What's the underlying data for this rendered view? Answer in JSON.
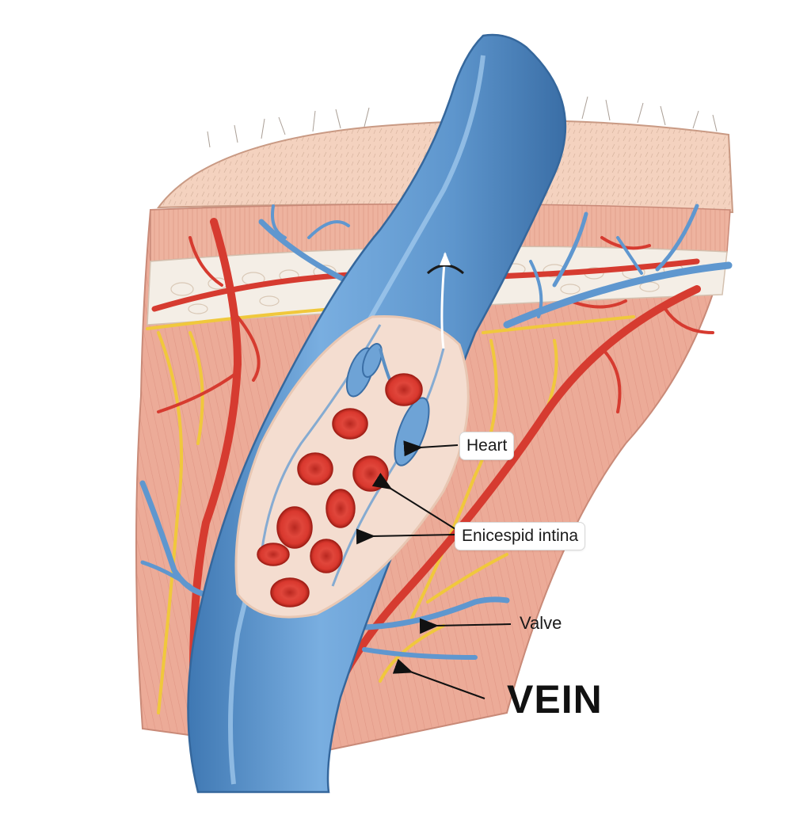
{
  "diagram": {
    "labels": {
      "heart": "Heart",
      "intima": "Enicespid intina",
      "valve": "Valve",
      "title": "VEIN"
    },
    "colors": {
      "skin": "#f2c4a8",
      "muscle": "#ecab98",
      "fat": "#f3ede4",
      "vein": "#5f97cf",
      "vein_dark": "#3c74ad",
      "artery": "#d63b30",
      "nerve": "#f1c93f",
      "blood_cell": "#d8362f",
      "lumen": "#f6e2d6"
    },
    "icons": [
      "blood-flow-arrow-icon"
    ]
  }
}
